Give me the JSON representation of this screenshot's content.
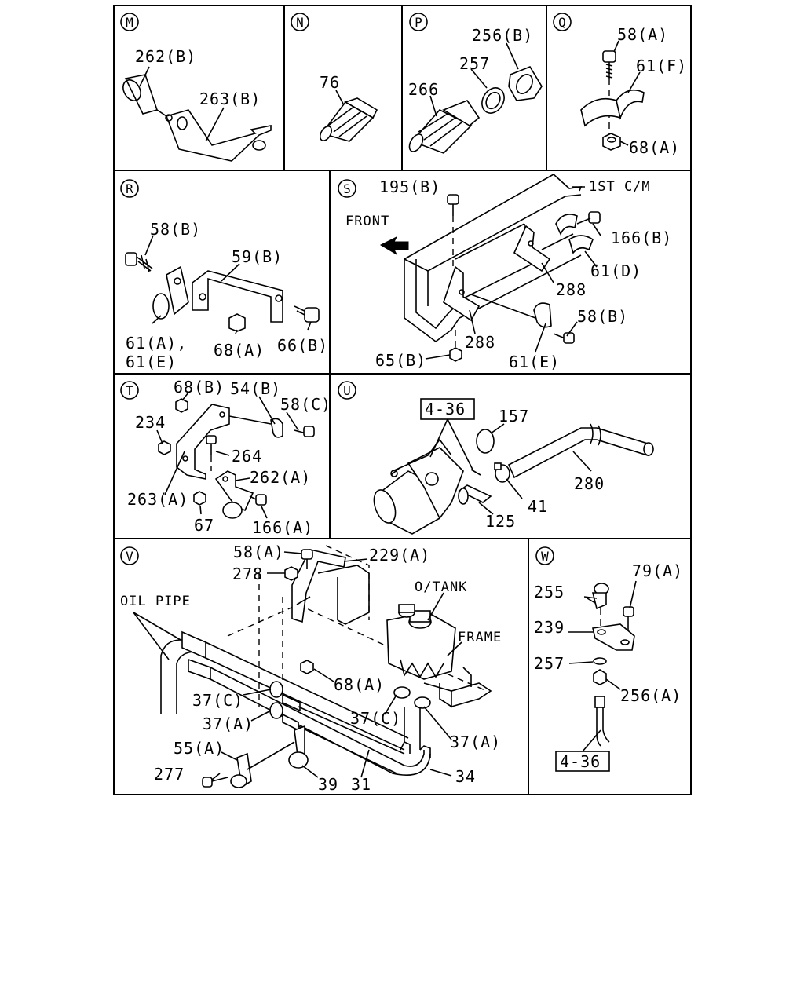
{
  "panels": {
    "M": {
      "badge": "M",
      "labels": [
        "262(B)",
        "263(B)"
      ]
    },
    "N": {
      "badge": "N",
      "labels": [
        "76"
      ]
    },
    "P": {
      "badge": "P",
      "labels": [
        "256(B)",
        "257",
        "266"
      ]
    },
    "Q": {
      "badge": "Q",
      "labels": [
        "58(A)",
        "61(F)",
        "68(A)"
      ]
    },
    "R": {
      "badge": "R",
      "labels": [
        "58(B)",
        "59(B)",
        "61(A),",
        "61(E)",
        "68(A)",
        "66(B)"
      ]
    },
    "S": {
      "badge": "S",
      "labels": [
        "195(B)",
        "1ST C/M",
        "FRONT",
        "166(B)",
        "61(D)",
        "288",
        "58(B)",
        "288",
        "65(B)",
        "61(E)"
      ]
    },
    "T": {
      "badge": "T",
      "labels": [
        "68(B)",
        "54(B)",
        "58(C)",
        "234",
        "264",
        "262(A)",
        "263(A)",
        "67",
        "166(A)"
      ]
    },
    "U": {
      "badge": "U",
      "labels": [
        "4-36",
        "157",
        "280",
        "41",
        "125"
      ]
    },
    "V": {
      "badge": "V",
      "labels": [
        "58(A)",
        "229(A)",
        "278",
        "O/TANK",
        "OIL PIPE",
        "FRAME",
        "68(A)",
        "37(C)",
        "37(A)",
        "37(C)",
        "37(A)",
        "55(A)",
        "277",
        "39",
        "31",
        "34"
      ]
    },
    "W": {
      "badge": "W",
      "labels": [
        "79(A)",
        "255",
        "239",
        "257",
        "256(A)",
        "4-36"
      ]
    }
  }
}
